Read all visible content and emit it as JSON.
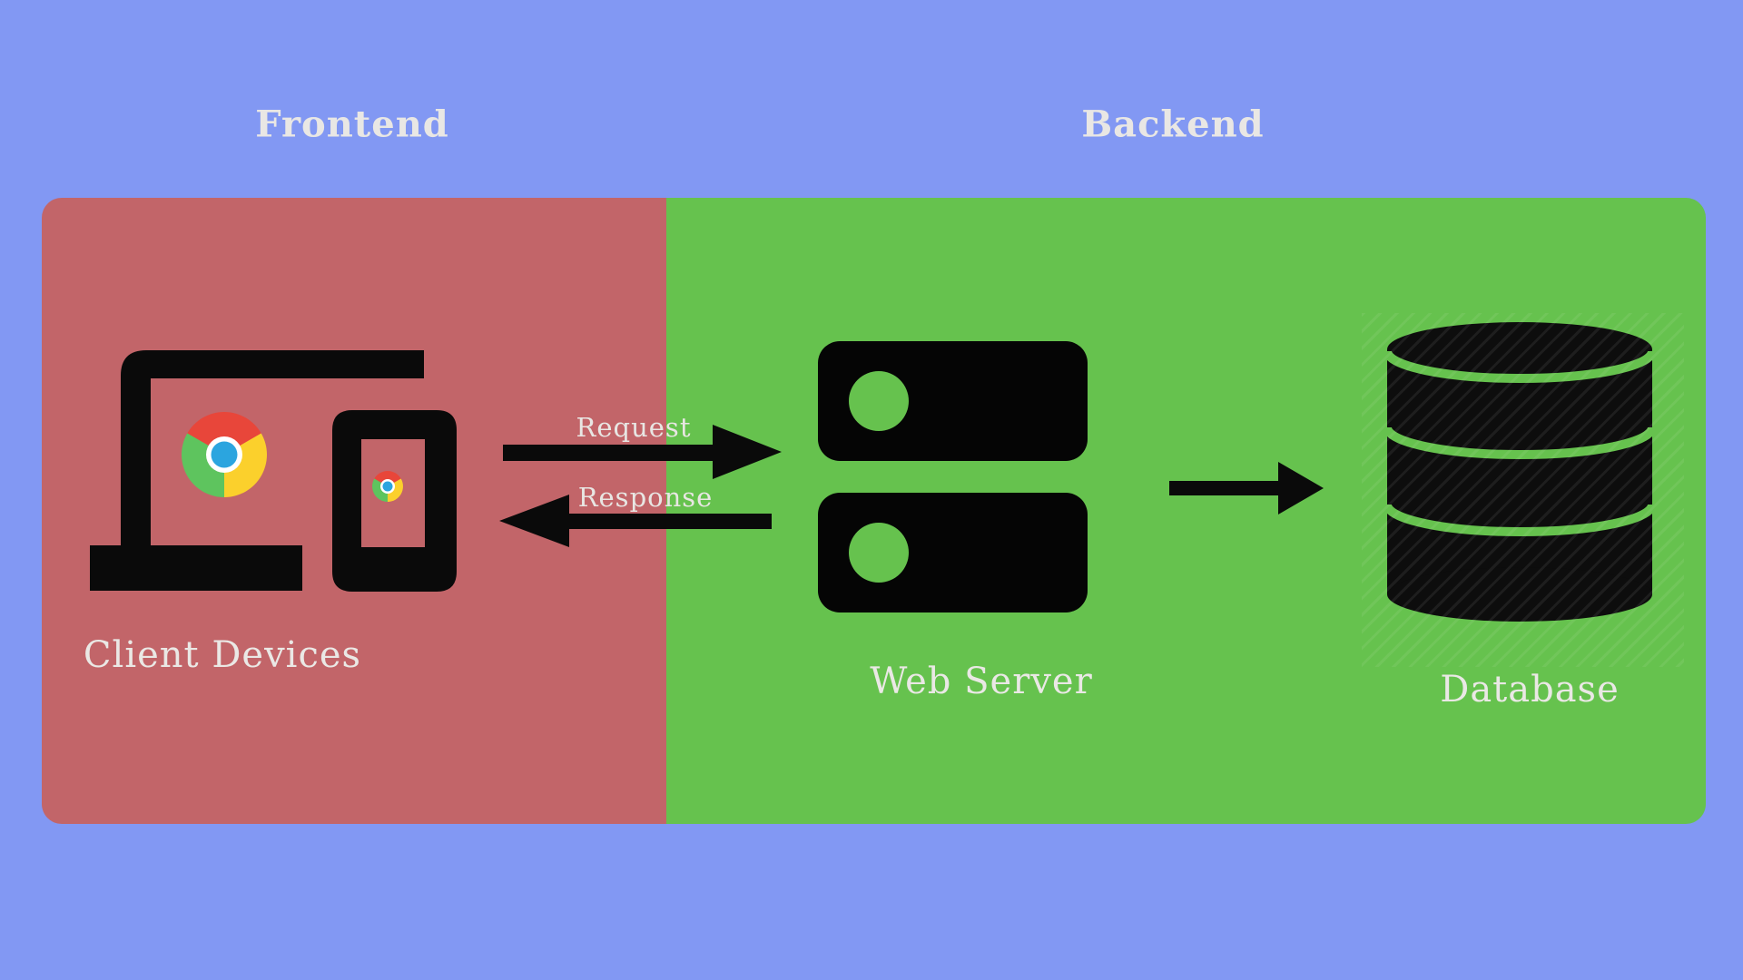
{
  "canvas": {
    "background_color": "#8298f3",
    "icon_color": "#0a0a0a",
    "text_color": "#eae8e5"
  },
  "sections": {
    "frontend": {
      "label": "Frontend",
      "panel_color": "#c26569"
    },
    "backend": {
      "label": "Backend",
      "panel_color": "#66c24e"
    }
  },
  "nodes": {
    "client_devices": {
      "label": "Client Devices",
      "icon": "devices-chrome-icon"
    },
    "web_server": {
      "label": "Web Server",
      "icon": "server-rack-icon"
    },
    "database": {
      "label": "Database",
      "icon": "database-cylinder-icon"
    }
  },
  "flows": {
    "request": {
      "label": "Request",
      "direction": "right"
    },
    "response": {
      "label": "Response",
      "direction": "left"
    },
    "server_to_db": {
      "label": "",
      "direction": "right"
    }
  },
  "chrome_logo_colors": {
    "red": "#e8463a",
    "yellow": "#fbd02c",
    "green": "#5ec45e",
    "blue": "#2ba5df",
    "ring": "#ffffff"
  }
}
